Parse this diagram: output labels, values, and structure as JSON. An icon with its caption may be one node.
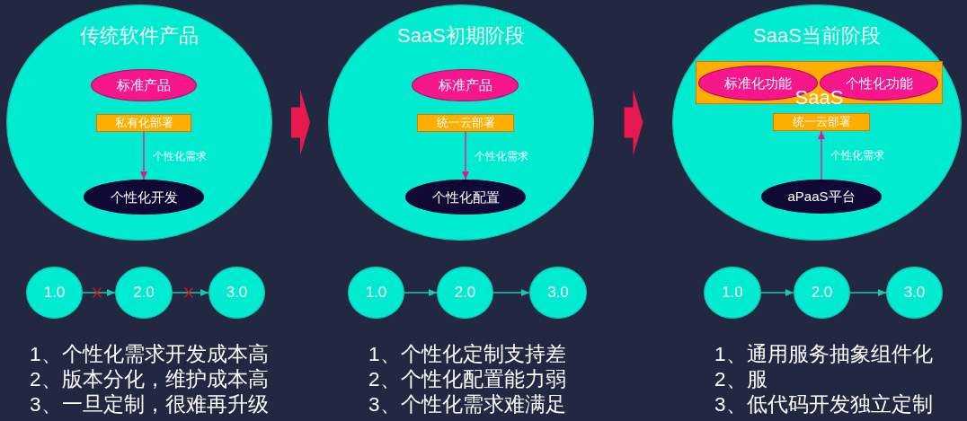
{
  "diagram": {
    "nodes": [
      {
        "text": [
          "传统软件产品"
        ]
      },
      {
        "text": [
          "标准产品"
        ],
        "in": 0
      },
      {
        "text": [
          "私有化部署"
        ],
        "in": 0
      },
      {
        "text": [
          "个性化开发"
        ],
        "in": 0
      },
      {
        "text": [
          "SaaS初期阶段"
        ]
      },
      {
        "text": [
          "标准产品"
        ],
        "in": 4
      },
      {
        "text": [
          "统一云部署"
        ],
        "in": 4
      },
      {
        "text": [
          "个性化配置"
        ],
        "in": 4
      },
      {
        "text": [
          "SaaS当前阶段"
        ]
      },
      {
        "text": [
          "SaaS"
        ],
        "in": 8
      },
      {
        "text": [
          "标准化功能"
        ],
        "in": 9
      },
      {
        "text": [
          "个性化功能"
        ],
        "in": 9
      },
      {
        "text": [
          "统一云部署"
        ],
        "in": 8
      },
      {
        "text": [
          "aPaaS平台"
        ],
        "in": 8
      },
      {
        "text": [
          "1.0"
        ]
      },
      {
        "text": [
          "2.0"
        ]
      },
      {
        "text": [
          "3.0"
        ]
      },
      {
        "text": [
          "1.0"
        ]
      },
      {
        "text": [
          "2.0"
        ]
      },
      {
        "text": [
          "3.0"
        ]
      },
      {
        "text": [
          "1.0"
        ]
      },
      {
        "text": [
          "2.0"
        ]
      },
      {
        "text": [
          "3.0"
        ]
      }
    ],
    "edges": [
      {
        "from": 0,
        "to": 4,
        "arrow": "to",
        "style": "thick",
        "color": "#e8194f"
      },
      {
        "from": 4,
        "to": 8,
        "arrow": "to",
        "style": "thick",
        "color": "#e8194f"
      },
      {
        "from": 2,
        "to": 3,
        "arrow": "to",
        "label": "个性化需求",
        "color": "#e8168c"
      },
      {
        "from": 6,
        "to": 7,
        "arrow": "to",
        "label": "个性化需求",
        "color": "#e8168c"
      },
      {
        "from": 13,
        "to": 12,
        "arrow": "to",
        "label": "个性化需求",
        "color": "#e8168c"
      },
      {
        "from": 14,
        "to": 15,
        "arrow": "to"
      },
      {
        "from": 15,
        "to": 16,
        "arrow": "to"
      },
      {
        "from": 17,
        "to": 18,
        "arrow": "to"
      },
      {
        "from": 18,
        "to": 19,
        "arrow": "to"
      },
      {
        "from": 20,
        "to": 21,
        "arrow": "to"
      },
      {
        "from": 21,
        "to": 22,
        "arrow": "to"
      }
    ],
    "labels": [
      "1、个性化需求开发成本高",
      "2、版本分化，维护成本高",
      "3、一旦定制，很难再升级",
      "1、个性化定制支持差",
      "2、个性化配置能力弱",
      "3、个性化需求难满足",
      "1、通用服务抽象组件化",
      "2、服",
      "3、低代码开发独立定制"
    ]
  }
}
